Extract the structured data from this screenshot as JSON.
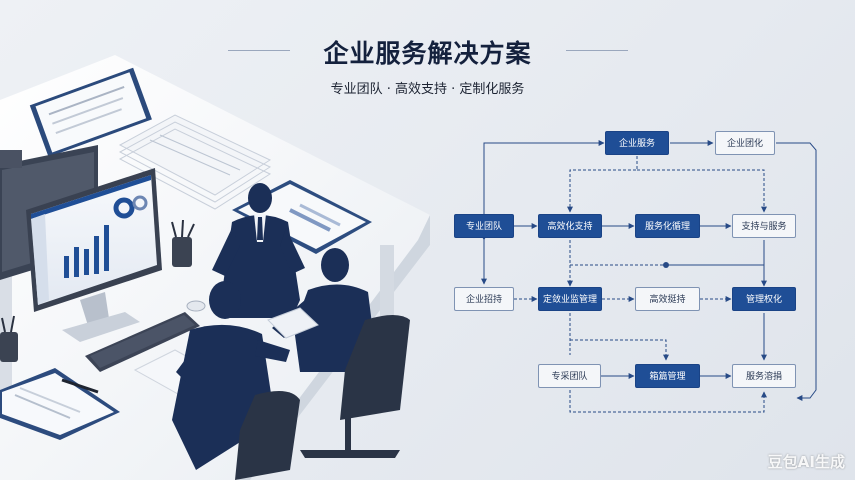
{
  "title": "企业服务解决方案",
  "subtitle": "专业团队 · 高效支持 · 定制化服务",
  "watermark": "豆包AI生成",
  "colors": {
    "primary": "#1f4e96",
    "outline": "#7f93b3",
    "navy": "#1b2f57"
  },
  "flow": {
    "n1": "企业服务",
    "n2": "企业团化",
    "n3": "专业团队",
    "n4": "高效化支持",
    "n5": "服务化循理",
    "n6": "支持与服务",
    "n7": "企业招持",
    "n8": "定敛业监管理",
    "n9": "高效挺持",
    "n10": "管理权化",
    "n11": "专采团队",
    "n12": "箱篇管理",
    "n13": "服务溶捐"
  },
  "monitor_chart": {
    "values": [
      40,
      55,
      48,
      70,
      85
    ],
    "icons": [
      "donut-chart-icon",
      "ring-chart-icon"
    ]
  }
}
